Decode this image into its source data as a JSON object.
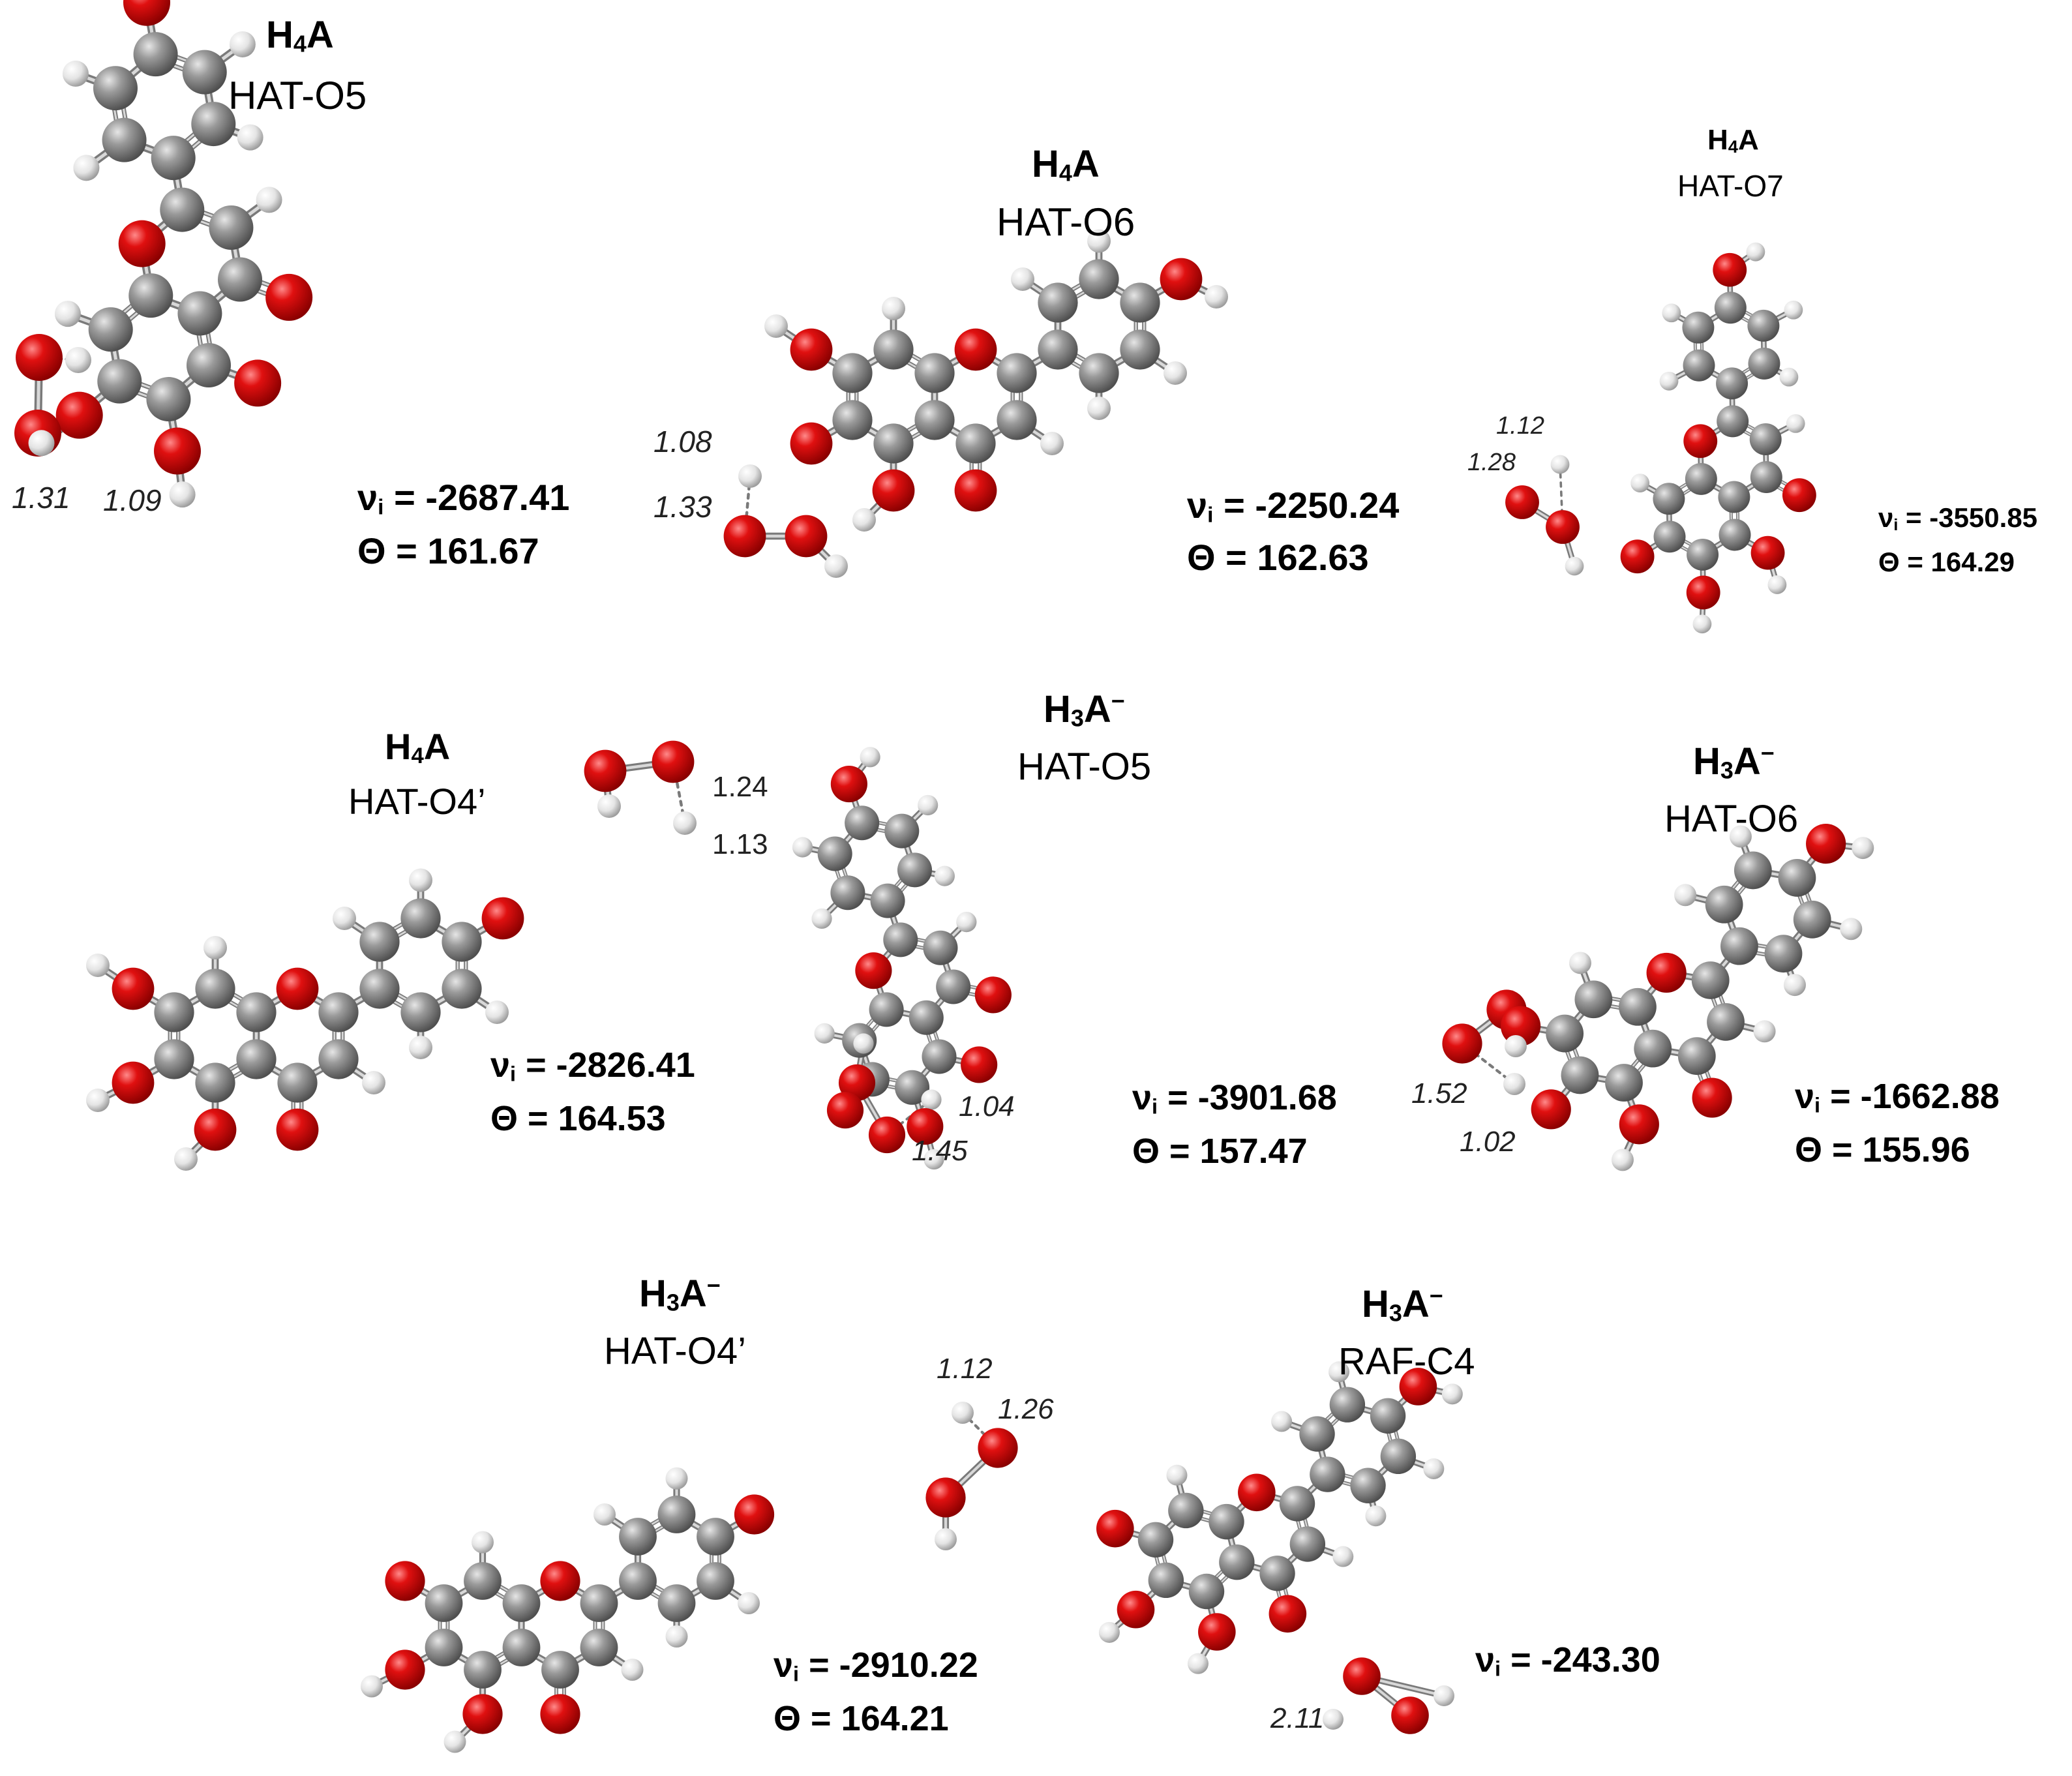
{
  "colors": {
    "oxygen": "#d40000",
    "carbon": "#8a8a8a",
    "hydrogen": "#e8e8e8",
    "bond": "#9a9a9a"
  },
  "panels": [
    {
      "id": "p1",
      "species_base": "H",
      "species_sub": "4",
      "species_tail": "A",
      "species_sup": "",
      "mechanism": "HAT-O5",
      "nu_label": "ν",
      "nu_sub": "i",
      "nu_value": "= -2687.41",
      "theta_value": "Θ = 161.67",
      "distances": [
        "1.31",
        "1.09"
      ]
    },
    {
      "id": "p2",
      "species_base": "H",
      "species_sub": "4",
      "species_tail": "A",
      "species_sup": "",
      "mechanism": "HAT-O6",
      "nu_label": "ν",
      "nu_sub": "i",
      "nu_value": "= -2250.24",
      "theta_value": "Θ = 162.63",
      "distances": [
        "1.08",
        "1.33"
      ]
    },
    {
      "id": "p3",
      "species_base": "H",
      "species_sub": "4",
      "species_tail": "A",
      "species_sup": "",
      "mechanism": "HAT-O7",
      "nu_label": "ν",
      "nu_sub": "i",
      "nu_value": "= -3550.85",
      "theta_value": "Θ = 164.29",
      "distances": [
        "1.12",
        "1.28"
      ]
    },
    {
      "id": "p4",
      "species_base": "H",
      "species_sub": "4",
      "species_tail": "A",
      "species_sup": "",
      "mechanism": "HAT-O4’",
      "nu_label": "ν",
      "nu_sub": "i",
      "nu_value": "= -2826.41",
      "theta_value": "Θ = 164.53",
      "distances": [
        "1.24",
        "1.13"
      ]
    },
    {
      "id": "p5",
      "species_base": "H",
      "species_sub": "3",
      "species_tail": "A",
      "species_sup": "−",
      "mechanism": "HAT-O5",
      "nu_label": "ν",
      "nu_sub": "i",
      "nu_value": "= -3901.68",
      "theta_value": "Θ = 157.47",
      "distances": [
        "1.04",
        "1.45"
      ]
    },
    {
      "id": "p6",
      "species_base": "H",
      "species_sub": "3",
      "species_tail": "A",
      "species_sup": "−",
      "mechanism": "HAT-O6",
      "nu_label": "ν",
      "nu_sub": "i",
      "nu_value": "= -1662.88",
      "theta_value": "Θ = 155.96",
      "distances": [
        "1.52",
        "1.02"
      ]
    },
    {
      "id": "p7",
      "species_base": "H",
      "species_sub": "3",
      "species_tail": "A",
      "species_sup": "−",
      "mechanism": "HAT-O4’",
      "nu_label": "ν",
      "nu_sub": "i",
      "nu_value": "= -2910.22",
      "theta_value": "Θ = 164.21",
      "distances": [
        "1.12",
        "1.26"
      ]
    },
    {
      "id": "p8",
      "species_base": "H",
      "species_sub": "3",
      "species_tail": "A",
      "species_sup": "−",
      "mechanism": "RAF-C4",
      "nu_label": "ν",
      "nu_sub": "i",
      "nu_value": "= -243.30",
      "theta_value": "",
      "distances": [
        "2.11"
      ]
    }
  ]
}
